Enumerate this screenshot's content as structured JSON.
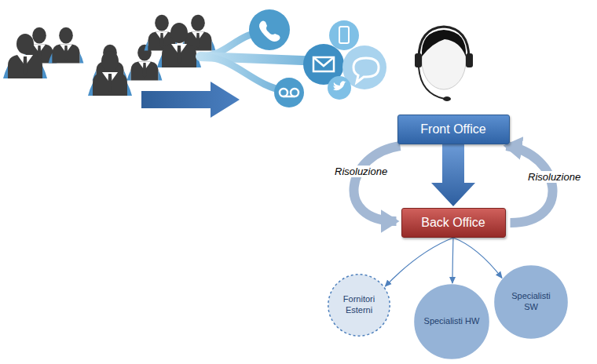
{
  "diagram": {
    "nodes": [
      {
        "text": [
          "Front Office"
        ]
      },
      {
        "text": [
          "Back Office"
        ]
      },
      {
        "text": [
          "Fornitori Esterni"
        ]
      },
      {
        "text": [
          "Specialisti HW"
        ]
      },
      {
        "text": [
          "Specialisti SW"
        ]
      }
    ],
    "edges": [
      {
        "from": 0,
        "to": 1,
        "arrow": "to"
      },
      {
        "from": 0,
        "to": 1,
        "label": "Risoluzione",
        "arrow": "to"
      },
      {
        "from": 1,
        "to": 0,
        "label": "Risoluzione",
        "arrow": "to"
      },
      {
        "from": 1,
        "to": 2,
        "arrow": "to"
      },
      {
        "from": 1,
        "to": 3,
        "arrow": "to"
      },
      {
        "from": 1,
        "to": 4,
        "arrow": "to"
      }
    ]
  }
}
